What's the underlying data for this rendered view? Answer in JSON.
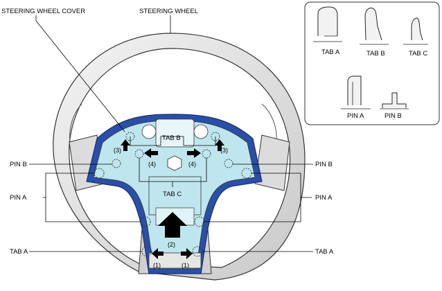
{
  "labels": {
    "steering_wheel_cover": "STEERING WHEEL COVER",
    "steering_wheel": "STEERING WHEEL",
    "tab_b": "TAB B",
    "tab_c": "TAB C",
    "pin_b_left": "PIN B",
    "pin_b_right": "PIN B",
    "pin_a_left": "PIN A",
    "pin_a_right": "PIN A",
    "tab_a_left": "TAB A",
    "tab_a_right": "TAB A"
  },
  "steps": {
    "step1_left": "(1)",
    "step1_right": "(1)",
    "step2": "(2)",
    "step3_left": "(3)",
    "step3_right": "(3)",
    "step4_left": "(4)",
    "step4_right": "(4)"
  },
  "legend": {
    "tab_a": "TAB A",
    "tab_b": "TAB B",
    "tab_c": "TAB C",
    "pin_a": "PIN A",
    "pin_b": "PIN B"
  },
  "colors": {
    "cover_blue": "#2a4fa8",
    "hub_cyan": "#bfe6ee",
    "rim_gray": "#e4e4e4"
  }
}
